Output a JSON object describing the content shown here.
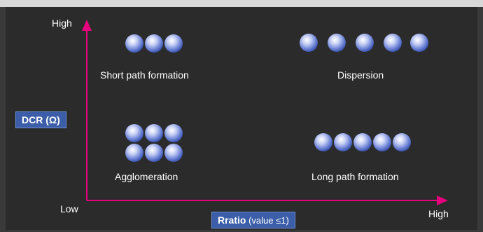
{
  "axes": {
    "y_high": "High",
    "origin_low": "Low",
    "x_high": "High",
    "y_label": "DCR (Ω)",
    "x_label_bold": "Rratio",
    "x_label_rest": " (value ≤1)"
  },
  "quadrants": {
    "top_left": "Short path formation",
    "top_right": "Dispersion",
    "bottom_left": "Agglomeration",
    "bottom_right": "Long path formation"
  },
  "colors": {
    "axis": "#e6007e",
    "label_box": "#3c5ea8",
    "particle": "#6f86d8"
  }
}
